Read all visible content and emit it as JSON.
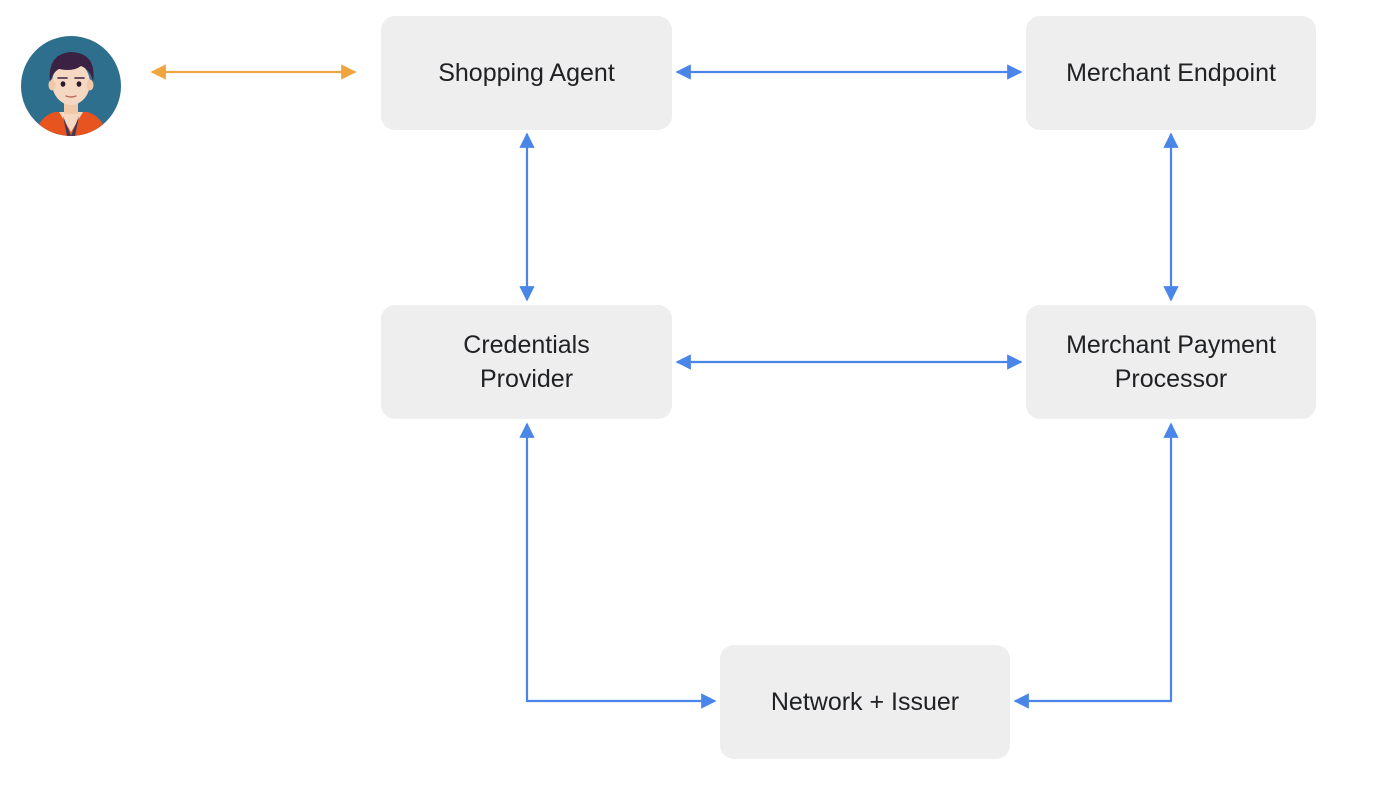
{
  "nodes": {
    "shopping_agent": {
      "lines": [
        "Shopping Agent"
      ]
    },
    "merchant_endpoint": {
      "lines": [
        "Merchant Endpoint"
      ]
    },
    "credentials_provider": {
      "lines": [
        "Credentials",
        "Provider"
      ]
    },
    "merchant_payment_processor": {
      "lines": [
        "Merchant Payment",
        "Processor"
      ]
    },
    "network_issuer": {
      "lines": [
        "Network + Issuer"
      ]
    }
  },
  "edges": [
    {
      "from": "user",
      "to": "shopping_agent",
      "direction": "both",
      "color": "#f0a640"
    },
    {
      "from": "shopping_agent",
      "to": "merchant_endpoint",
      "direction": "both",
      "color": "#4a86e8"
    },
    {
      "from": "shopping_agent",
      "to": "credentials_provider",
      "direction": "both",
      "color": "#4a86e8"
    },
    {
      "from": "merchant_endpoint",
      "to": "merchant_payment_processor",
      "direction": "both",
      "color": "#4a86e8"
    },
    {
      "from": "credentials_provider",
      "to": "merchant_payment_processor",
      "direction": "both",
      "color": "#4a86e8"
    },
    {
      "from": "credentials_provider",
      "to": "network_issuer",
      "direction": "both",
      "color": "#4a86e8"
    },
    {
      "from": "merchant_payment_processor",
      "to": "network_issuer",
      "direction": "both",
      "color": "#4a86e8"
    }
  ],
  "user_avatar": {
    "icon": "user-avatar-icon"
  },
  "colors": {
    "node_fill": "#eeeeee",
    "node_text": "#202124",
    "connector_blue": "#4a86e8",
    "connector_orange": "#f0a640"
  }
}
